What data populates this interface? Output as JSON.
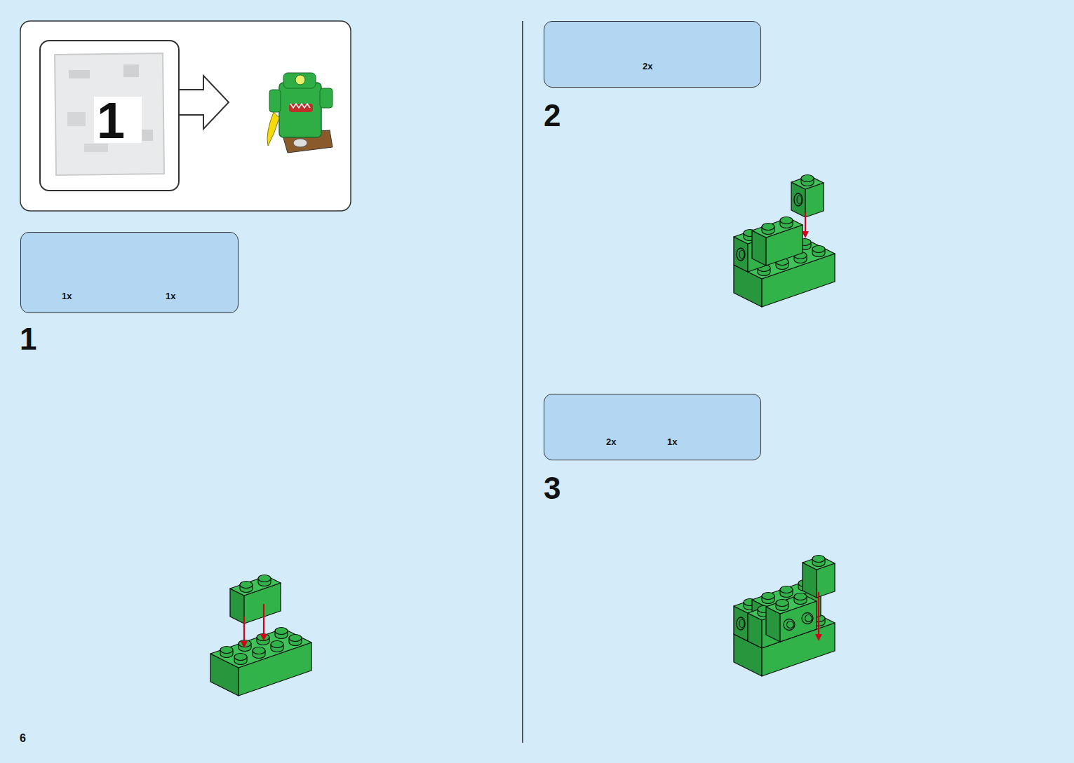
{
  "diagram": {
    "nodes": [
      {
        "text": [
          "1"
        ]
      },
      {
        "text": [
          "1x",
          "1x"
        ]
      },
      {
        "text": [
          "2x"
        ]
      },
      {
        "text": [
          "2x",
          "1x"
        ]
      }
    ],
    "labels": [
      "1",
      "2",
      "3",
      "6"
    ]
  }
}
